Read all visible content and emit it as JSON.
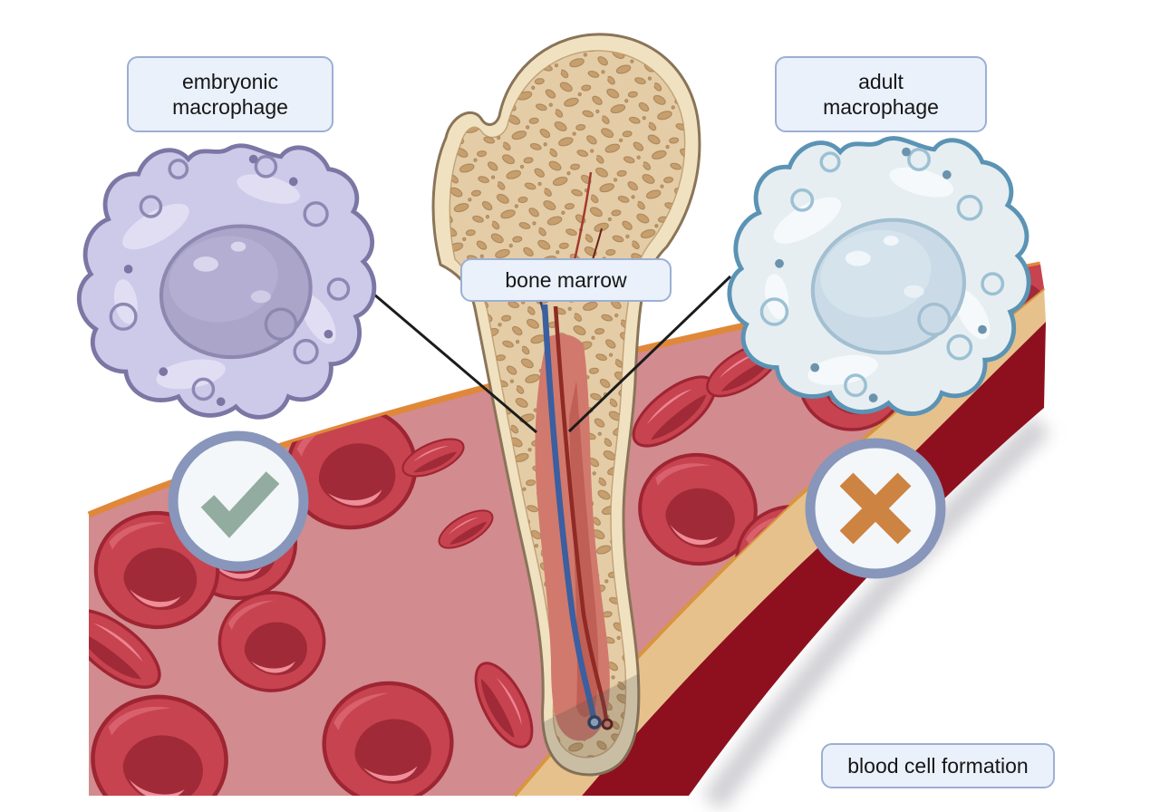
{
  "figure_labels": {
    "embryonic_macrophage": "embryonic macrophage",
    "adult_macrophage": "adult macrophage",
    "bone_marrow": "bone marrow",
    "blood_cell_formation": "blood cell formation"
  },
  "badges": {
    "embryonic_allowed": {
      "icon": "check-icon",
      "color": "#93aca0"
    },
    "adult_forbidden": {
      "icon": "cross-icon",
      "color": "#cd8342"
    },
    "ring_color": "#8796ba",
    "fill_color": "#f3f7fa"
  },
  "palette": {
    "label_fill": "#eaf1fb",
    "label_border": "#9cafd3",
    "vessel_lumen": "#d28b8e",
    "vessel_wall_outer": "#8e101f",
    "vessel_wall_cut": "#e7c18c",
    "vessel_rim_orange": "#e0883a",
    "red_blood_cell": "#c7434f",
    "bone_cortical": "#f0e2c1",
    "bone_spongy": "#e4cda6",
    "bone_marrow_red": "#d1796c",
    "artery_red": "#8f2a25",
    "vein_blue": "#3b5fa0",
    "embryonic_cell_body": "#cdc9e9",
    "adult_cell_body": "#e6eef1",
    "pointer_line": "#1c1c1c"
  }
}
